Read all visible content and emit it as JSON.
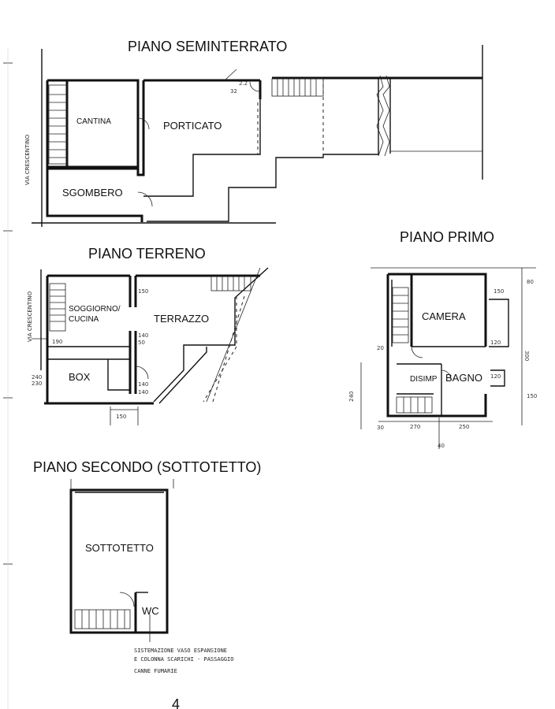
{
  "floors": {
    "seminterrato": {
      "title": "PIANO SEMINTERRATO",
      "rooms": {
        "cantina": "CANTINA",
        "porticato": "PORTICATO",
        "sgombero": "SGOMBERO"
      },
      "street": "VIA CRESCENTINO",
      "dims": {
        "d1": "2.2",
        "d2": "32"
      }
    },
    "terreno": {
      "title": "PIANO TERRENO",
      "rooms": {
        "soggiorno_1": "SOGGIORNO/",
        "soggiorno_2": "CUCINA",
        "terrazzo": "TERRAZZO",
        "box": "BOX"
      },
      "street": "VIA CRESCENTINO",
      "dims": {
        "d1": "150",
        "d2": "150",
        "d3": "140",
        "d4": "50",
        "d5": "240",
        "d6": "230",
        "d7": "140",
        "d8": "140",
        "d9": "190"
      }
    },
    "primo": {
      "title": "PIANO PRIMO",
      "rooms": {
        "camera": "CAMERA",
        "disimp": "DISIMP",
        "bagno": "BAGNO"
      },
      "dims": {
        "d1": "270",
        "d2": "250",
        "d3": "40",
        "d4": "80",
        "d5": "300",
        "d6": "150",
        "d7": "150",
        "d8": "120",
        "d9": "240",
        "d10": "30",
        "d11": "120",
        "d12": "20"
      }
    },
    "secondo": {
      "title": "PIANO SECONDO (SOTTOTETTO)",
      "rooms": {
        "sottotetto": "SOTTOTETTO",
        "wc": "WC"
      },
      "note": [
        "SISTEMAZIONE VASO ESPANSIONE",
        "E COLONNA SCARICHI - PASSAGGIO",
        "CANNE FUMARIE"
      ]
    }
  },
  "page_mark": "4"
}
